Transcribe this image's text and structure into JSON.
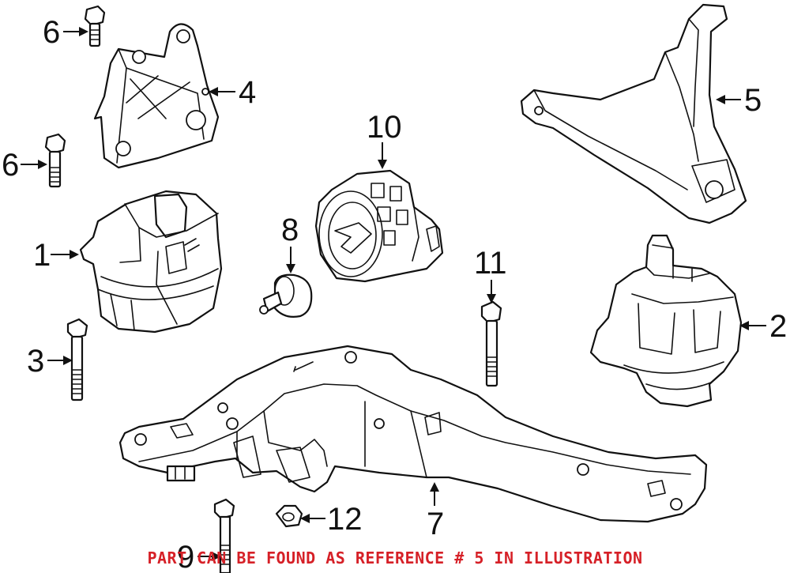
{
  "diagram": {
    "callouts": [
      "1",
      "2",
      "3",
      "4",
      "5",
      "6",
      "6",
      "7",
      "8",
      "9",
      "10",
      "11",
      "12"
    ],
    "notice": {
      "text": "PART CAN BE FOUND AS REFERENCE # 5 IN ILLUSTRATION",
      "color": "#d62027"
    },
    "line_color": "#111111",
    "background": "#ffffff"
  }
}
